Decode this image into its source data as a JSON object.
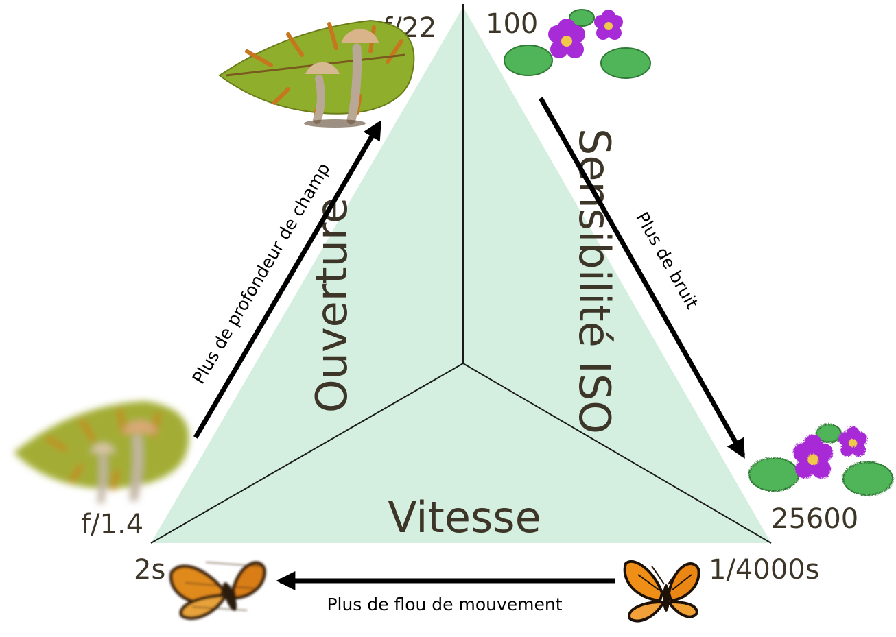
{
  "colors": {
    "triangle_fill": "#d4efdf",
    "label_text": "#3d3628",
    "arrow": "#000000",
    "divider": "#1a1a1a"
  },
  "sections": {
    "aperture": "Ouverture",
    "iso": "Sensibilité ISO",
    "speed": "Vitesse"
  },
  "values": {
    "aperture_min": "f/1.4",
    "aperture_max": "f/22",
    "iso_min": "100",
    "iso_max": "25600",
    "speed_slow": "2s",
    "speed_fast": "1/4000s"
  },
  "effects": {
    "aperture": "Plus de profondeur de champ",
    "iso": "Plus de bruit",
    "speed": "Plus de flou de mouvement"
  },
  "illustrations": {
    "aperture_sharp": "sharp-leaf-mushroom-icon",
    "aperture_blurred": "blurred-leaf-mushroom-icon",
    "iso_clean": "clean-primrose-icon",
    "iso_noisy": "noisy-primrose-icon",
    "speed_blurred": "blurred-butterfly-icon",
    "speed_sharp": "sharp-butterfly-icon"
  }
}
